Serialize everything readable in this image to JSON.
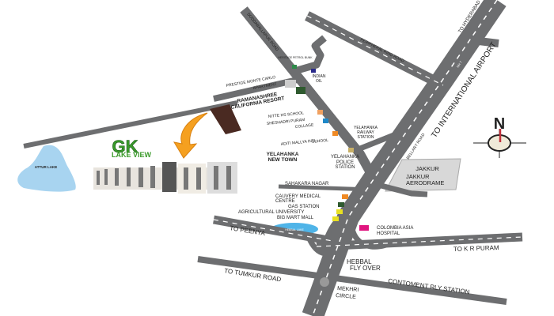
{
  "project": {
    "logo_text": "GK",
    "logo_subtitle": "LAKE VIEW"
  },
  "roads": {
    "doddaballapur": "DODDABALLAPUR ROAD",
    "peripheral": "PERIPHERAL RING ROAD",
    "to_hyderabad": "TO HYDERABAD",
    "to_airport": "TO INTERNATIONAL AIRPORT",
    "nh7_upper": "NH 7",
    "nh7_lower": "NH 7",
    "bellary": "BELLARY ROAD",
    "to_peenya": "TO PEENYA",
    "to_kr_puram": "TO K R PURAM",
    "to_tumkur": "TO TUMKUR ROAD",
    "contoment": "CONTOMENT RLY STATION"
  },
  "landmarks": {
    "heritage": "HERITAGE PETROL BUNK",
    "indian_oil": [
      "INDIAN",
      "OIL"
    ],
    "prestige": [
      "PRESTIGE MONTE CARLO",
      "APARTMENT"
    ],
    "ramanashree": [
      "RAMANASHREE",
      "CALIFORNIA RESORT"
    ],
    "nitte": "NITTE HS SCHOOL",
    "sheshadripuram": [
      "SHESHADRI PURAM",
      "COLLAGE"
    ],
    "aditi": [
      "ADITI MALLYA INTL",
      "SCHOOL"
    ],
    "yelahanka_railway": [
      "YELAHANKA",
      "RAILWAY",
      "STATION"
    ],
    "yelahanka_new_town": [
      "YELAHANKA",
      "NEW TOWN"
    ],
    "yelahanka_police": [
      "YELAHANKA",
      "POLICE",
      "STATION"
    ],
    "jakkur": "JAKKUR",
    "jakkur_aerodrome": [
      "JAKKUR",
      "AERODRAME"
    ],
    "sahakara": "SAHAKARA NAGAR",
    "cauvery": [
      "CAUVERY MEDICAL",
      "CENTRE"
    ],
    "gas_station": "GAS STATION",
    "agri_univ": "AGRICULTURAL UNIVERSITY",
    "big_mart": "BIG MART MALL",
    "colombia": [
      "COLOMBIA ASIA",
      "HOSPITAL"
    ],
    "hebbal_lake": "HEBBAL LAKE",
    "attur_lake": "ATTUR LAKE",
    "hebbal_flyover": [
      "HEBBAL",
      "FLY OVER"
    ],
    "mekhri": [
      "MEKHRI",
      "CIRCLE"
    ]
  },
  "compass": {
    "north": "N"
  },
  "colors": {
    "road": "#6d6e70",
    "lake": "#a8d4f0",
    "orange_marker": "#f08a24",
    "green_marker": "#2f5a2f",
    "yellow_marker": "#e8e020",
    "pink_marker": "#e0157f",
    "blue_marker": "#1f88c8",
    "navy_marker": "#2a2a8a",
    "tan_marker": "#c8b068",
    "brand_green": "#3a9a2a"
  }
}
